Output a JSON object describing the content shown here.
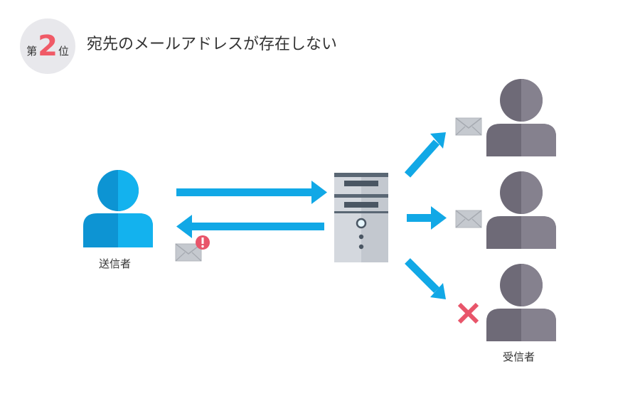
{
  "rank": {
    "prefix": "第",
    "number": "2",
    "suffix": "位"
  },
  "title": "宛先のメールアドレスが存在しない",
  "sender": {
    "label": "送信者",
    "color": "#11a8e6",
    "icon": "person-icon"
  },
  "receiver": {
    "label": "受信者",
    "color": "#77727f",
    "icon": "person-icon"
  },
  "server": {
    "icon": "mail-server-icon"
  },
  "colors": {
    "arrow": "#11a8e6",
    "error": "#e8556a",
    "badge_bg": "#e8e8ec",
    "envelope": "#c9cdd3"
  },
  "flow": {
    "send_arrow": "arrow-right-icon",
    "bounce_arrow": "arrow-left-icon",
    "bounce_mail": "envelope-icon",
    "bounce_alert": "exclamation-icon",
    "delivered_mail": "envelope-icon",
    "failed_delivery": "x-mark-icon"
  }
}
